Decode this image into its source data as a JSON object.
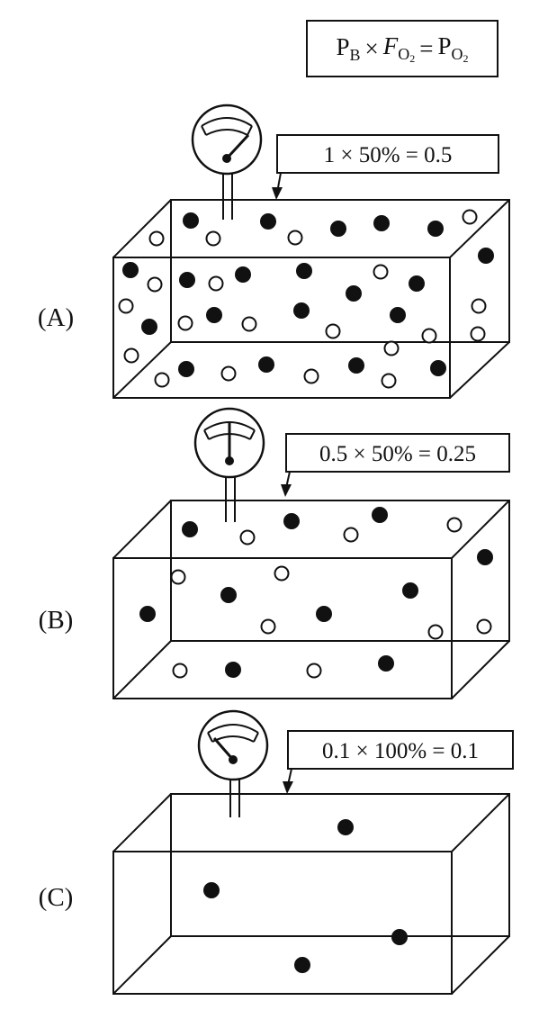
{
  "formula": {
    "p_b": "P",
    "p_b_sub": "B",
    "times": "×",
    "f": "F",
    "f_sub": "O",
    "f_sub2": "2",
    "eq": "=",
    "p_o2": "P",
    "p_o2_sub": "O",
    "p_o2_sub2": "2"
  },
  "panels": [
    {
      "label": "(A)",
      "calc": "1 × 50% = 0.5"
    },
    {
      "label": "(B)",
      "calc": "0.5 × 50% = 0.25"
    },
    {
      "label": "(C)",
      "calc": "0.1 × 100% = 0.1"
    }
  ],
  "legend_icons": [
    "pressure-gauge-icon",
    "filled-molecule-icon",
    "open-molecule-icon"
  ]
}
